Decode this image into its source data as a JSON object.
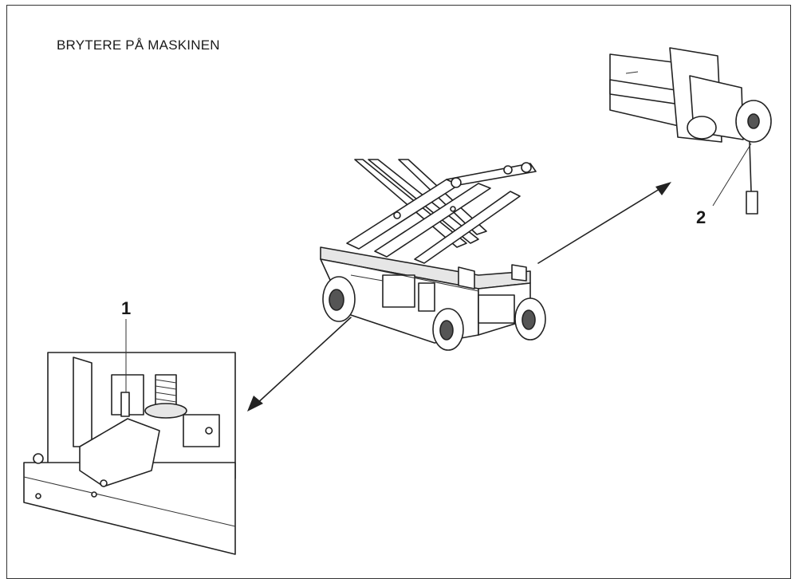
{
  "title": "BRYTERE PÅ MASKINEN",
  "callouts": [
    {
      "id": "1",
      "label": "1"
    },
    {
      "id": "2",
      "label": "2"
    }
  ],
  "colors": {
    "line": "#222222",
    "background": "#ffffff",
    "shade": "#e6e6e6"
  }
}
